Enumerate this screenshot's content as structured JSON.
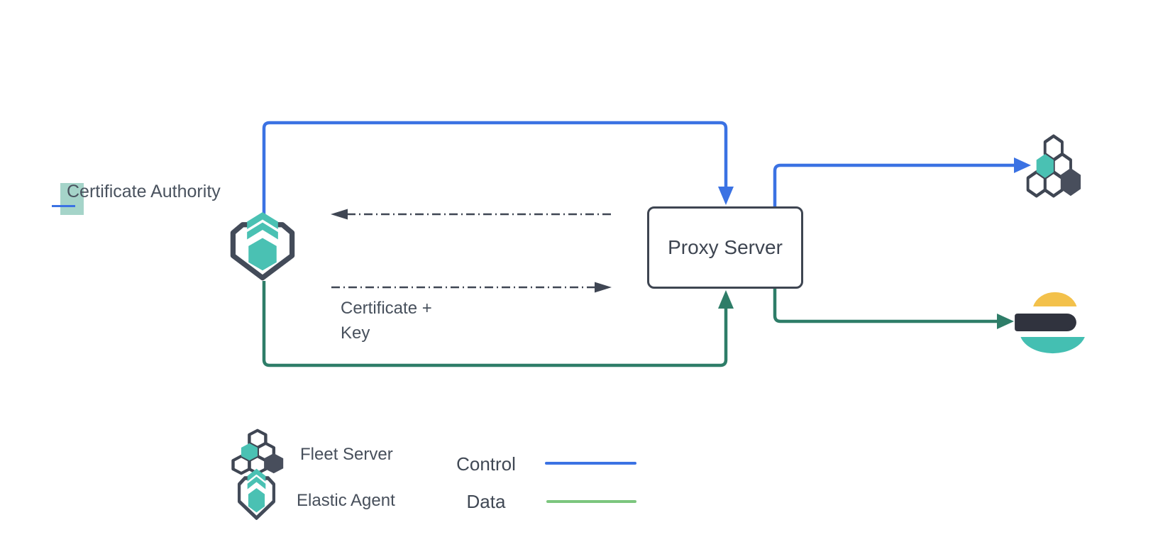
{
  "diagram": {
    "nodes": {
      "certificate_authority": {
        "label": "Certificate Authority"
      },
      "elastic_agent": {
        "icon": "elastic-agent-icon"
      },
      "proxy_server": {
        "label": "Proxy Server"
      },
      "fleet_server": {
        "icon": "fleet-server-icon"
      },
      "elasticsearch": {
        "icon": "elasticsearch-icon"
      }
    },
    "edges": [
      {
        "from": "elastic_agent",
        "to": "proxy_server",
        "type": "control",
        "color": "#3B72E3"
      },
      {
        "from": "elastic_agent",
        "to": "proxy_server",
        "type": "data",
        "color": "#2E7D68"
      },
      {
        "from": "proxy_server",
        "to": "fleet_server",
        "type": "control",
        "color": "#3B72E3"
      },
      {
        "from": "proxy_server",
        "to": "elasticsearch",
        "type": "data",
        "color": "#2E7D68"
      },
      {
        "from": "proxy_server",
        "to": "elastic_agent",
        "type": "certificate-request",
        "style": "dash-dot",
        "color": "#3F4653"
      },
      {
        "from": "elastic_agent",
        "to": "proxy_server",
        "type": "certificate-key",
        "style": "dash-dot",
        "color": "#3F4653",
        "label": "Certificate + Key"
      }
    ],
    "annotations": {
      "certificate_key_line1": "Certificate +",
      "certificate_key_line2": "Key"
    },
    "text_selection": {
      "target": "certificate_authority",
      "selected_text": "C",
      "highlight_color": "#A5D4C9",
      "caret_color": "#3B72E3"
    }
  },
  "legend": {
    "items": [
      {
        "icon": "fleet-server-icon",
        "label": "Fleet Server"
      },
      {
        "icon": "elastic-agent-icon",
        "label": "Elastic Agent"
      }
    ],
    "lines": [
      {
        "label": "Control",
        "color": "#3B72E3"
      },
      {
        "label": "Data",
        "color": "#7CC67E"
      }
    ]
  },
  "colors": {
    "control_blue": "#3B72E3",
    "data_green": "#2E7D68",
    "legend_data_green": "#7CC67E",
    "stroke_dark": "#3F4653",
    "icon_teal": "#4AC1B3",
    "es_yellow": "#F3C14B",
    "es_dark": "#30333E",
    "es_teal": "#44BFB2",
    "selection_highlight": "#A5D4C9"
  }
}
